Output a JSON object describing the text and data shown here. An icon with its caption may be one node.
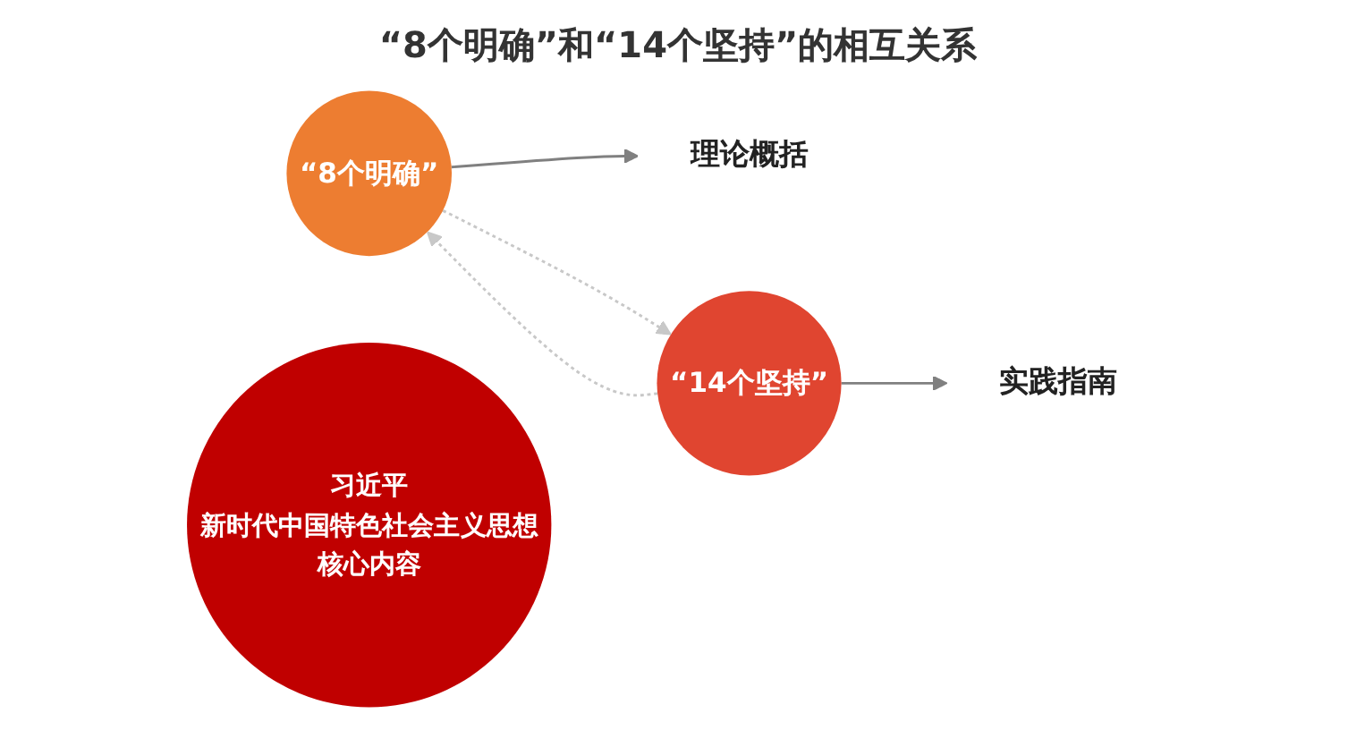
{
  "diagram": {
    "title": "“8个明确”和“14个坚持”的相互关系",
    "nodes": [
      {
        "text": [
          "理论概括"
        ]
      },
      {
        "text": [
          "“8个明确”"
        ]
      },
      {
        "text": [
          "习近平",
          "新时代中国特色社会主义思想",
          "核心内容"
        ]
      },
      {
        "text": [
          "“14个坚持”"
        ]
      },
      {
        "text": [
          "实践指南"
        ]
      }
    ],
    "edges": [
      {
        "from": 1,
        "to": 0,
        "arrow": "to"
      },
      {
        "from": 3,
        "to": 4,
        "arrow": "to"
      },
      {
        "from": 1,
        "to": 3,
        "arrow": "to",
        "style": "dashed",
        "color": "#c8c8c8"
      },
      {
        "from": 3,
        "to": 1,
        "arrow": "to",
        "style": "dashed",
        "color": "#c8c8c8"
      }
    ]
  }
}
